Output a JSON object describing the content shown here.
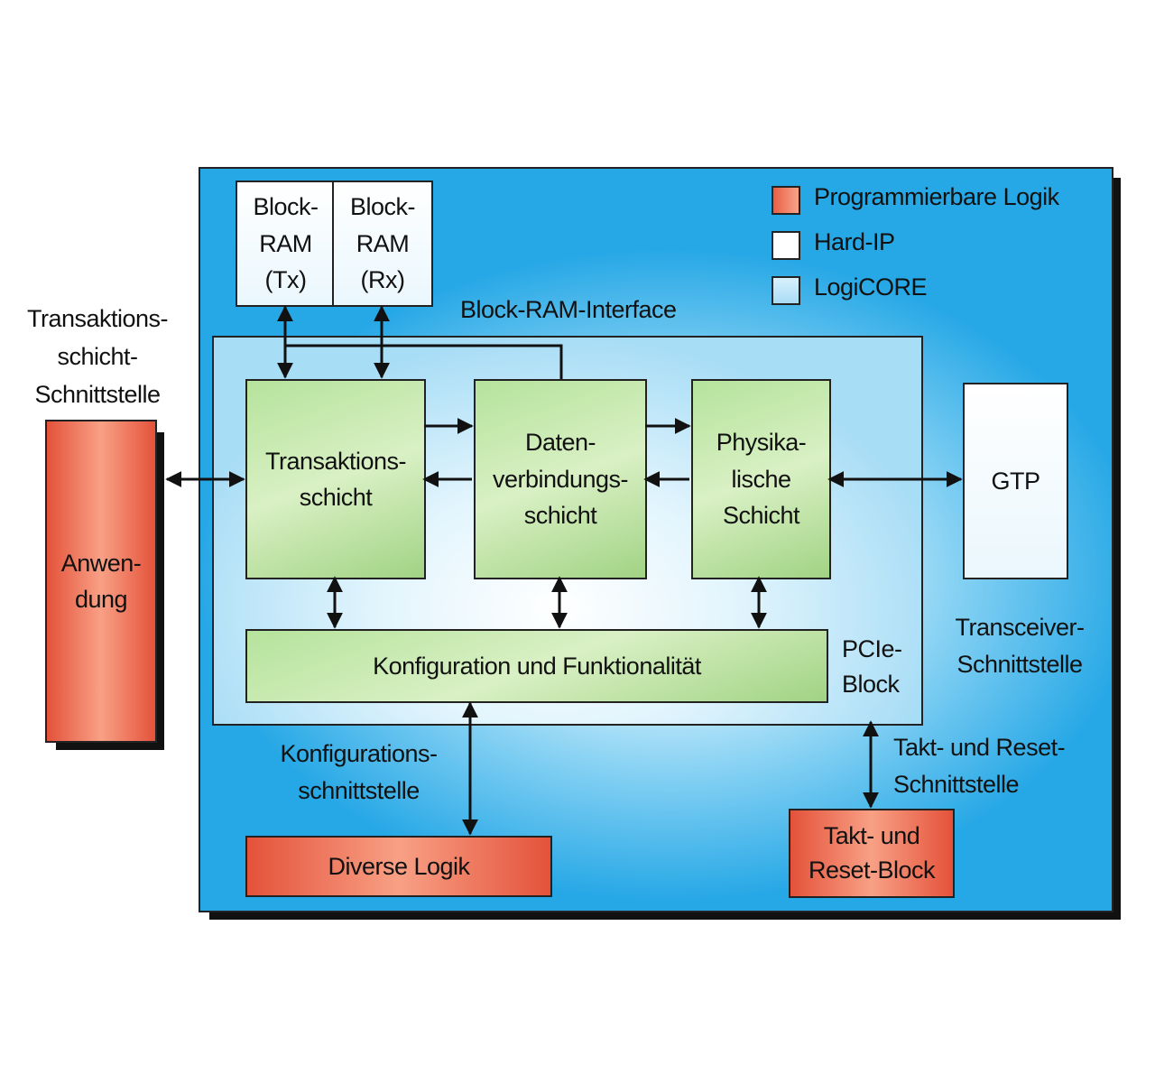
{
  "legend": {
    "programmable_logic": {
      "label": "Programmierbare Logik",
      "color": "#F0826A"
    },
    "hard_ip": {
      "label": "Hard-IP",
      "color": "#FFFFFF"
    },
    "logicore": {
      "label": "LogiCORE",
      "color": "#BFE6F8"
    }
  },
  "blocks": {
    "block_ram_tx": "Block-\nRAM\n(Tx)",
    "block_ram_rx": "Block-\nRAM\n(Rx)",
    "transaction_layer": "Transaktions-\nschicht",
    "data_link_layer": "Daten-\nverbindungs-\nschicht",
    "physical_layer": "Physika-\nlische\nSchicht",
    "configuration": "Konfiguration und Funktionalität",
    "gtp": "GTP",
    "application": "Anwen-\ndung",
    "misc_logic": "Diverse Logik",
    "clock_reset_block": "Takt- und\nReset-Block"
  },
  "labels": {
    "block_ram_interface": "Block-RAM-Interface",
    "transaction_interface": "Transaktions-\nschicht-\nSchnittstelle",
    "transceiver_interface": "Transceiver-\nSchnittstelle",
    "pcie_block": "PCIe-\nBlock",
    "configuration_interface": "Konfigurations-\nschnittstelle",
    "clock_reset_interface": "Takt- und Reset-\nSchnittstelle"
  }
}
